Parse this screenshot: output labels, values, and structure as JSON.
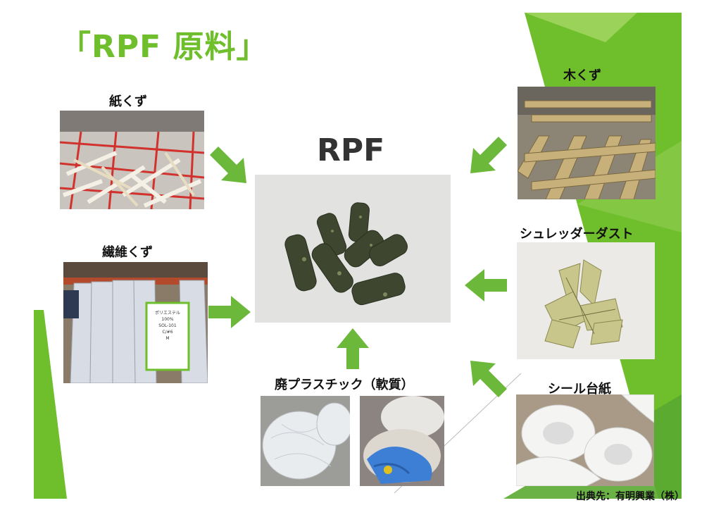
{
  "title": "「RPF 原料」",
  "center": {
    "label": "RPF"
  },
  "materials": {
    "paper": "紙くず",
    "fiber": "繊維くず",
    "wood": "木くず",
    "shredder": "シュレッダーダスト",
    "plastic": "廃プラスチック（軟質）",
    "seal": "シール台紙"
  },
  "tag": {
    "line1": "ポリエステル100%",
    "line2": "SOL-101",
    "line3": "C/#6",
    "line4": "M"
  },
  "credit": "出典先：有明興業（株）",
  "colors": {
    "accent": "#6fbe2c",
    "arrow": "#6cb83a",
    "band": "#5aa832"
  }
}
